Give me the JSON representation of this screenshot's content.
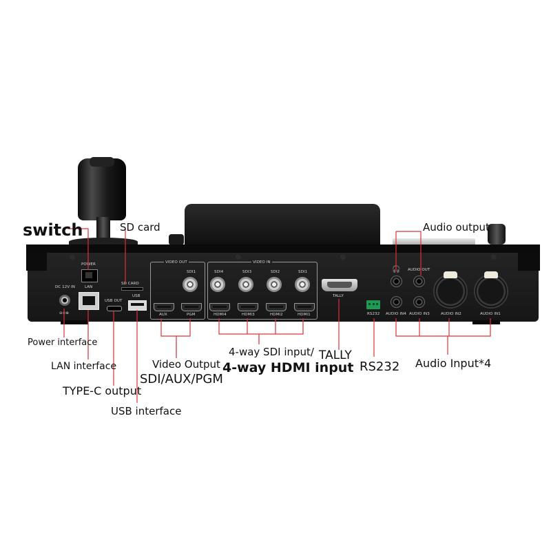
{
  "callouts": {
    "switch": "switch",
    "sd_card": "SD card",
    "audio_output": "Audio output",
    "power_interface": "Power interface",
    "lan_interface": "LAN interface",
    "type_c_output": "TYPE-C output",
    "usb_interface": "USB interface",
    "video_output_line1": "Video Output",
    "video_output_line2": "SDI/AUX/PGM",
    "input_line1": "4-way SDI input/",
    "input_line2": "4-way HDMI input",
    "tally": "TALLY",
    "rs232": "RS232",
    "audio_input": "Audio Input*4"
  },
  "panel": {
    "power": "POWER",
    "dc_in": "DC 12V IN",
    "dc_polarity": "⊖⊙⊕",
    "lan": "LAN",
    "sd_card": "SD CARD",
    "usb_out": "USB OUT",
    "usb": "USB",
    "video_out": "VIDEO OUT",
    "video_out_sdi1": "SDI1",
    "aux": "AUX",
    "pgm": "PGM",
    "video_in": "VIDEO IN",
    "sdi4": "SDI4",
    "sdi3": "SDI3",
    "sdi2": "SDI2",
    "sdi1": "SDI1",
    "hdmi4": "HDMI4",
    "hdmi3": "HDMI3",
    "hdmi2": "HDMI2",
    "hdmi1": "HDMI1",
    "tally": "TALLY",
    "rs232": "RS232",
    "audio_out": "AUDIO OUT",
    "audio_in4": "AUDIO IN4",
    "audio_in3": "AUDIO IN3",
    "audio_in2": "AUDIO IN2",
    "audio_in1": "AUDIO IN1"
  },
  "colors": {
    "callout_line": "#e0303a",
    "panel": "#1c1c1c",
    "rs232_block": "#1f9a55"
  }
}
